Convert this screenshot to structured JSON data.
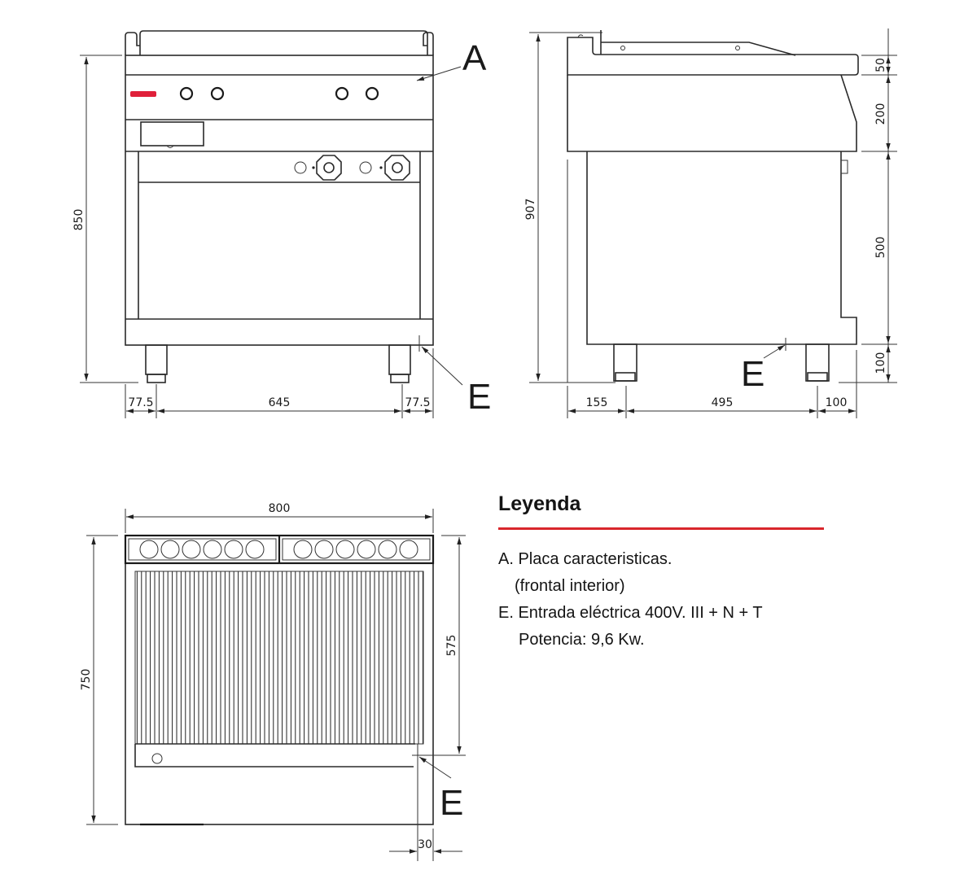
{
  "views": {
    "front": {
      "name": "front-elevation",
      "dimensions": {
        "height": "850",
        "left_offset": "77.5",
        "leg_spacing": "645",
        "right_offset": "77.5"
      },
      "callouts": {
        "a": "A",
        "e": "E"
      }
    },
    "side": {
      "name": "side-elevation",
      "dimensions": {
        "total_height": "907",
        "top_section": "50",
        "panel": "200",
        "body": "500",
        "legs": "100",
        "rear_offset": "155",
        "leg_spacing": "495",
        "front_offset": "100"
      },
      "callouts": {
        "e": "E"
      }
    },
    "plan": {
      "name": "plan-view",
      "dimensions": {
        "width": "800",
        "depth": "750",
        "grill_depth": "575",
        "side_offset": "30"
      },
      "callouts": {
        "e": "E"
      }
    }
  },
  "legend": {
    "title": "Leyenda",
    "accent_color": "#d9262c",
    "items": [
      {
        "key": "A",
        "line1": "A. Placa caracteristicas.",
        "line2": "(frontal interior)"
      },
      {
        "key": "E",
        "line1": "E. Entrada eléctrica 400V. III + N + T",
        "line2": "Potencia: 9,6 Kw."
      }
    ]
  },
  "colors": {
    "line": "#2a2a2a",
    "brand_badge": "#e0203a",
    "background": "#ffffff"
  }
}
